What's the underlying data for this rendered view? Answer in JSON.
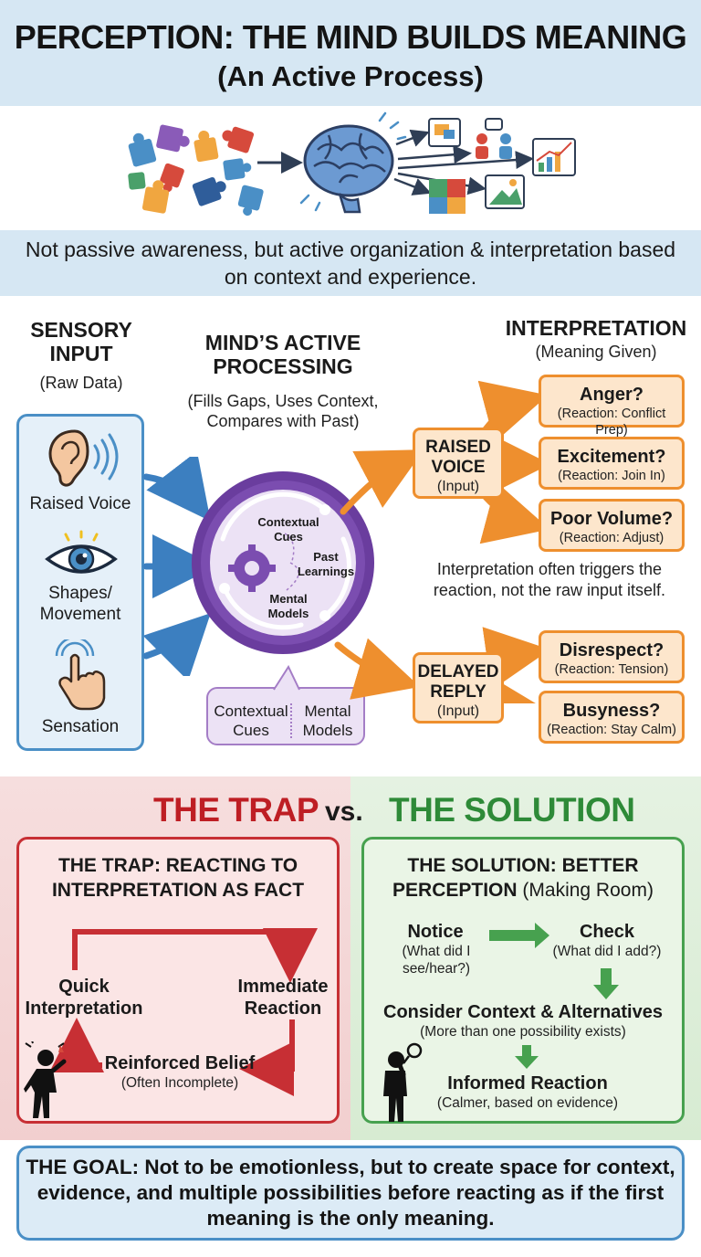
{
  "header": {
    "title": "PERCEPTION: THE MIND BUILDS MEANING",
    "subtitle": "(An Active Process)"
  },
  "tagline": "Not passive awareness, but active organization & interpretation based on context and experience.",
  "sensory": {
    "heading_line1": "SENSORY",
    "heading_line2": "INPUT",
    "subheading": "(Raw Data)",
    "items": [
      "Raised Voice",
      "Shapes/ Movement",
      "Sensation"
    ]
  },
  "processing": {
    "heading_line1": "MIND’S ACTIVE",
    "heading_line2": "PROCESSING",
    "subheading_line1": "(Fills Gaps, Uses Context,",
    "subheading_line2": "Compares with Past)",
    "circle_labels": [
      "Contextual Cues",
      "Past Learnings",
      "Mental Models"
    ],
    "bubble_left": "Contextual Cues",
    "bubble_right": "Mental Models"
  },
  "interpretation": {
    "heading": "INTERPRETATION",
    "subheading": "(Meaning Given)",
    "input1": {
      "title": "RAISED VOICE",
      "sub": "(Input)"
    },
    "outcomes1": [
      {
        "title": "Anger?",
        "sub": "(Reaction: Conflict Prep)"
      },
      {
        "title": "Excitement?",
        "sub": "(Reaction: Join In)"
      },
      {
        "title": "Poor Volume?",
        "sub": "(Reaction: Adjust)"
      }
    ],
    "note": "Interpretation often triggers the reaction, not the raw input itself.",
    "input2": {
      "title": "DELAYED REPLY",
      "sub": "(Input)"
    },
    "outcomes2": [
      {
        "title": "Disrespect?",
        "sub": "(Reaction: Tension)"
      },
      {
        "title": "Busyness?",
        "sub": "(Reaction: Stay Calm)"
      }
    ]
  },
  "versus": {
    "trap": "THE TRAP",
    "vs": "vs.",
    "solution": "THE SOLUTION"
  },
  "trap": {
    "title_line1": "THE TRAP: REACTING TO",
    "title_line2": "INTERPRETATION AS FACT",
    "quick": "Quick Interpretation",
    "immediate": "Immediate Reaction",
    "reinforced": "Reinforced Belief",
    "reinforced_sub": "(Often Incomplete)"
  },
  "solution": {
    "title_line1": "THE SOLUTION: BETTER",
    "title_line2_bold": "PERCEPTION",
    "title_line2_rest": "(Making Room)",
    "notice": "Notice",
    "notice_sub": "(What did I see/hear?)",
    "check": "Check",
    "check_sub": "(What did I add?)",
    "consider": "Consider Context & Alternatives",
    "consider_sub": "(More than one possibility exists)",
    "informed": "Informed Reaction",
    "informed_sub": "(Calmer, based on evidence)"
  },
  "goal": "THE GOAL: Not to be emotionless, but to create space for context, evidence, and multiple possibilities before reacting as if the first meaning is the only meaning.",
  "colors": {
    "blue": "#4a8fc6",
    "purple": "#6d3fa0",
    "orange": "#ee8f2e",
    "red": "#c72f34",
    "green": "#47a14f"
  }
}
